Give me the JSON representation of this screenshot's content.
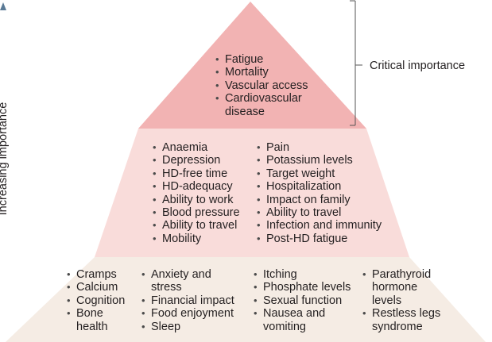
{
  "axis": {
    "label": "Increasing importance"
  },
  "bracket": {
    "label": "Critical importance"
  },
  "colors": {
    "top_tier": "#f2b3b3",
    "middle_tier": "#f9dcda",
    "bottom_tier": "#f5ece4",
    "arrow": "#5a7a96",
    "bracket": "#555555"
  },
  "tiers": {
    "top": {
      "items": [
        "Fatigue",
        "Mortality",
        "Vascular access",
        "Cardiovascular disease"
      ]
    },
    "middle": {
      "columns": [
        [
          "Anaemia",
          "Depression",
          "HD-free time",
          "HD-adequacy",
          "Ability to work",
          "Blood pressure",
          "Ability to travel",
          "Mobility"
        ],
        [
          "Pain",
          "Potassium levels",
          "Target weight",
          "Hospitalization",
          "Impact on family",
          "Ability to travel",
          "Infection and immunity",
          "Post-HD fatigue"
        ]
      ]
    },
    "bottom": {
      "columns": [
        [
          "Cramps",
          "Calcium",
          "Cognition",
          "Bone health"
        ],
        [
          "Anxiety and stress",
          "Financial impact",
          "Food enjoyment",
          "Sleep"
        ],
        [
          "Itching",
          "Phosphate levels",
          "Sexual function",
          "Nausea and vomiting"
        ],
        [
          "Parathyroid hormone levels",
          "Restless legs syndrome"
        ]
      ]
    }
  }
}
